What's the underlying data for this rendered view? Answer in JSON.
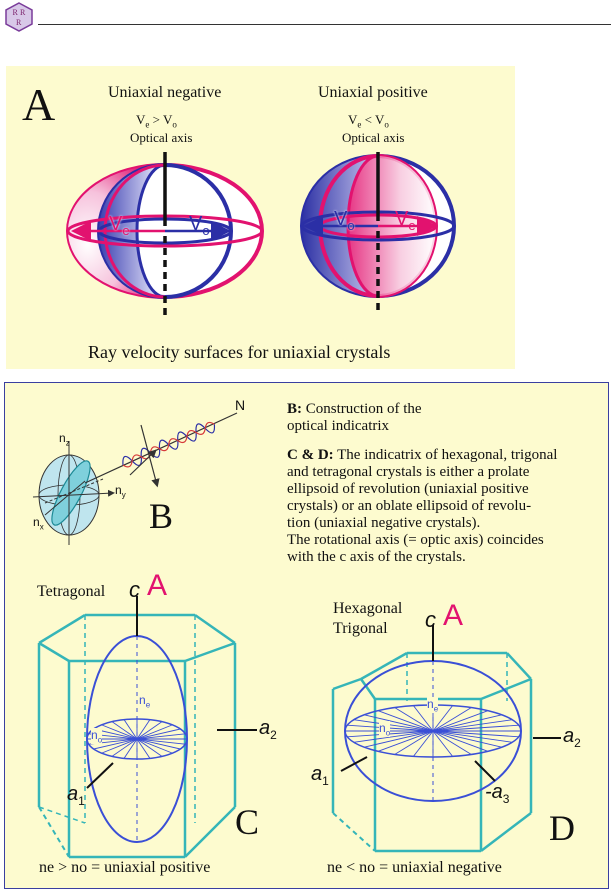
{
  "logo": {
    "letters": [
      "R",
      "R",
      "R"
    ]
  },
  "panel_a": {
    "letter": "A",
    "left": {
      "title": "Uniaxial negative",
      "relation_main": "V",
      "relation_sub1": "e",
      "relation_op": " > V",
      "relation_sub2": "o",
      "axis_label": "Optical axis",
      "ve_label": "V",
      "ve_sub": "e",
      "vo_label": "V",
      "vo_sub": "o"
    },
    "right": {
      "title": "Uniaxial positive",
      "relation_main": "V",
      "relation_sub1": "e",
      "relation_op": " < V",
      "relation_sub2": "o",
      "axis_label": "Optical axis",
      "ve_label": "V",
      "ve_sub": "e",
      "vo_label": "V",
      "vo_sub": "o"
    },
    "caption": "Ray velocity surfaces for uniaxial crystals"
  },
  "panel_b": {
    "letter": "B",
    "wave_label": "N",
    "nz": "n",
    "nz_sub": "z",
    "ny": "n",
    "ny_sub": "y",
    "nx": "n",
    "nx_sub": "x",
    "heading_bold": "B:",
    "heading_text": " Construction of the",
    "heading_line2": "optical indicatrix",
    "cd_bold": "C & D:",
    "cd_line1": " The indicatrix of hexagonal, trigonal",
    "cd_line2": "and tetragonal crystals is either a prolate",
    "cd_line3": "ellipsoid of revolution (uniaxial positive",
    "cd_line4": "crystals) or an oblate ellipsoid of revolu-",
    "cd_line5": "tion (uniaxial negative crystals).",
    "cd_line6": "The rotational axis (= optic axis) coincides",
    "cd_line7": "with the c axis of the crystals."
  },
  "panel_c": {
    "system": "Tetragonal",
    "c_label": "c",
    "a_label": "A",
    "ne": "n",
    "ne_sub": "e",
    "no": "n",
    "no_sub": "o",
    "a1": "a",
    "a1_sub": "1",
    "a2": "a",
    "a2_sub": "2",
    "letter": "C",
    "caption": "ne > no = uniaxial positive"
  },
  "panel_d": {
    "system_line1": "Hexagonal",
    "system_line2": "Trigonal",
    "c_label": "c",
    "a_label": "A",
    "ne": "n",
    "ne_sub": "e",
    "no": "n",
    "no_sub": "o",
    "a1": "a",
    "a1_sub": "1",
    "a2": "a",
    "a2_sub": "2",
    "a3": "-a",
    "a3_sub": "3",
    "letter": "D",
    "caption": "ne < no = uniaxial negative"
  },
  "colors": {
    "magenta": "#e2126f",
    "blue": "#2b2fa6",
    "teal": "#35b5b8",
    "panel": "#fdfbcf",
    "line_blue": "#3a4fd6"
  }
}
